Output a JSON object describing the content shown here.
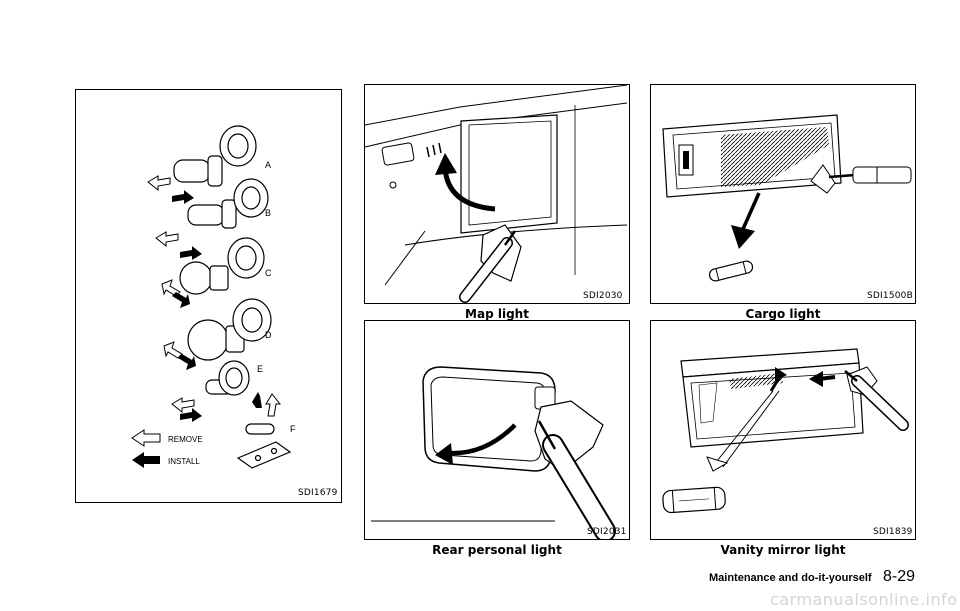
{
  "panels": {
    "bulbs": {
      "code": "SDI1679",
      "letters": [
        "A",
        "B",
        "C",
        "D",
        "E",
        "F"
      ],
      "legend_remove": "REMOVE",
      "legend_install": "INSTALL"
    },
    "map_light": {
      "code": "SDI2030",
      "caption": "Map light"
    },
    "cargo_light": {
      "code": "SDI1500B",
      "caption": "Cargo light"
    },
    "rear_personal_light": {
      "code": "SDI2031",
      "caption": "Rear personal light"
    },
    "vanity_mirror_light": {
      "code": "SDI1839",
      "caption": "Vanity mirror light"
    }
  },
  "footer": {
    "section": "Maintenance and do-it-yourself",
    "page": "8-29"
  },
  "watermark": "carmanualsonline.info"
}
